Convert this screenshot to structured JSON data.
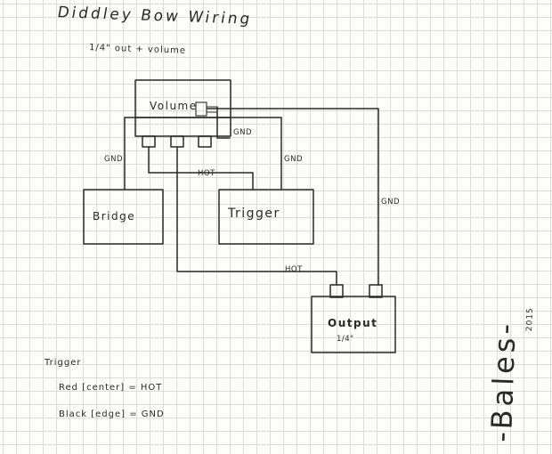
{
  "title": "Diddley Bow Wiring",
  "subtitle": "1/4\" out + volume",
  "boxes": {
    "volume": "Volume",
    "bridge": "Bridge",
    "trigger": "Trigger",
    "output": "Output",
    "output_sub": "1/4\""
  },
  "wire_labels": {
    "gnd_volume": "GND",
    "gnd_bridge": "GND",
    "gnd_trigger": "GND",
    "gnd_output": "GND",
    "hot_trigger": "HOT",
    "hot_output": "HOT"
  },
  "legend": {
    "heading": "Trigger",
    "line1": "Red [center] = HOT",
    "line2": "Black [edge] = GND"
  },
  "signature": "-Bales-",
  "year": "2015",
  "colors": {
    "ink": "#2a2a2a",
    "paper": "#fdfdfb",
    "grid": "#dcdcdc"
  }
}
